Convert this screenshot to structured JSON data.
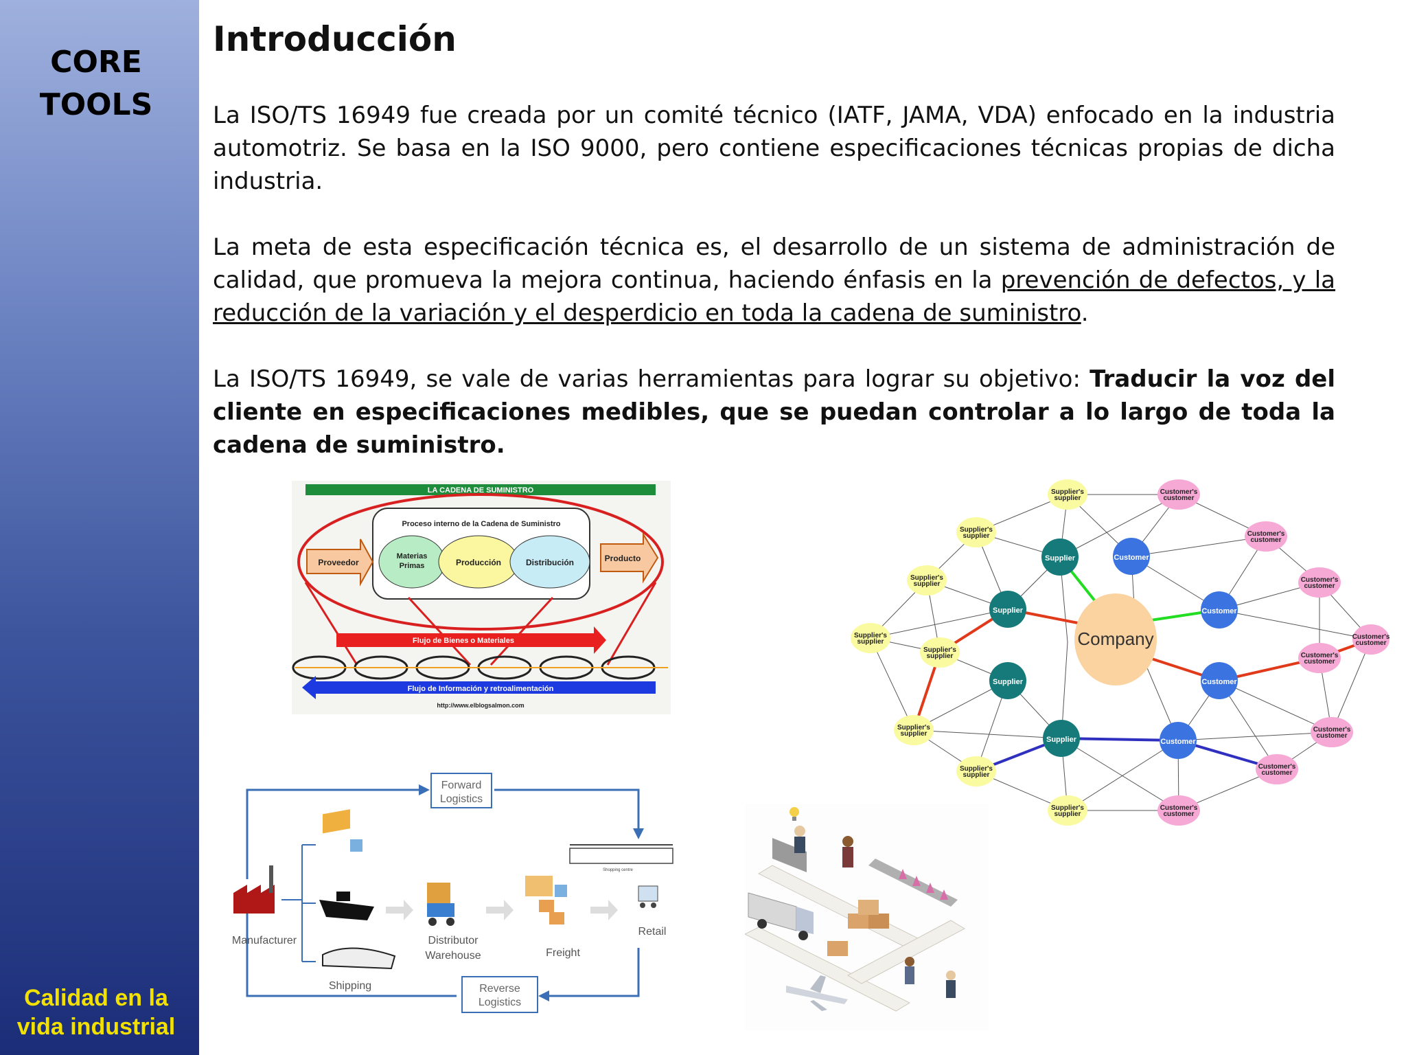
{
  "sidebar": {
    "brand_line1": "CORE",
    "brand_line2": "TOOLS",
    "tagline_line1": "Calidad en la",
    "tagline_line2": "vida industrial"
  },
  "content": {
    "title": "Introducción",
    "p1": "La ISO/TS 16949 fue creada por un comité técnico (IATF, JAMA, VDA) enfocado en la industria automotriz. Se basa en la ISO 9000, pero contiene especificaciones técnicas propias de dicha industria.",
    "p2_pre": "La meta de esta especificación técnica es, el  desarrollo de un sistema de administración de calidad, que promueva la mejora continua, haciendo énfasis en la ",
    "p2_underline": "prevención de defectos, y la reducción de la variación y el desperdicio en toda la cadena de suministro",
    "p2_post": ".",
    "p3_pre": "La ISO/TS 16949, se vale de varias herramientas para lograr su objetivo: ",
    "p3_bold": "Traducir la voz del cliente en  especificaciones medibles, que se puedan controlar a lo largo de toda la cadena de suministro."
  },
  "supply_chain": {
    "header": "LA CADENA DE SUMINISTRO",
    "inner_title": "Proceso interno de la Cadena de Suministro",
    "proveedor": "Proveedor",
    "materias_1": "Materias",
    "materias_2": "Primas",
    "produccion": "Producción",
    "distribucion": "Distribución",
    "producto": "Producto",
    "flow_goods": "Flujo de Bienes o Materiales",
    "flow_info": "Flujo de Información y retroalimentación",
    "url": "http://www.elblogsalmon.com"
  },
  "network": {
    "company": "Company",
    "supplier": "Supplier",
    "customer": "Customer",
    "suppliers_supplier_1": "Supplier's",
    "suppliers_supplier_2": "supplier",
    "customers_customer_1": "Customer's",
    "customers_customer_2": "customer",
    "colors": {
      "company": "#fbd3a0",
      "supplier": "#167a7a",
      "customer": "#3b74e0",
      "outer_supplier": "#fafaa0",
      "outer_customer": "#f7a9d6"
    }
  },
  "logistics": {
    "forward_1": "Forward",
    "forward_2": "Logistics",
    "reverse_1": "Reverse",
    "reverse_2": "Logistics",
    "manufacturer": "Manufacturer",
    "shipping": "Shipping",
    "distributor_1": "Distributor",
    "distributor_2": "Warehouse",
    "freight": "Freight",
    "retail": "Retail",
    "shopping_centre": "Shopping centre"
  }
}
